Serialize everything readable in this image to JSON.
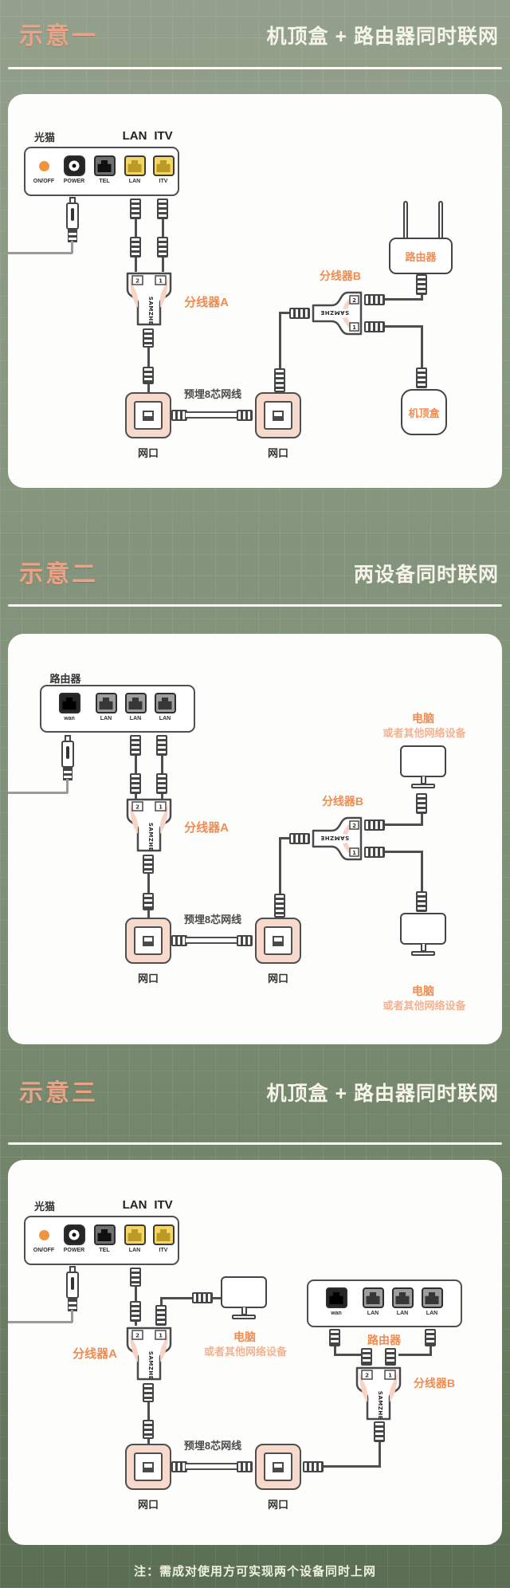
{
  "sections": [
    {
      "badge": "示意一",
      "title": "机顶盒 + 路由器同时联网"
    },
    {
      "badge": "示意二",
      "title": "两设备同时联网"
    },
    {
      "badge": "示意三",
      "title": "机顶盒 + 路由器同时联网"
    }
  ],
  "labels": {
    "modem": "光猫",
    "router": "路由器",
    "stb": "机顶盒",
    "computer": "电脑",
    "computer_alt": "或者其他网络设备",
    "splitter_a": "分线器A",
    "splitter_b": "分线器B",
    "wall_port": "网口",
    "inwall_cable": "预埋8芯网线",
    "lan": "LAN",
    "itv": "ITV",
    "wan": "wan",
    "onoff": "ON/OFF",
    "power": "POWER",
    "tel": "TEL",
    "brand": "SAMZHE",
    "port_1": "1",
    "port_2": "2"
  },
  "footer": {
    "note": "注：需成对使用方可实现两个设备同时上网"
  },
  "colors": {
    "accent_orange": "#ef8c52",
    "badge_salmon": "#eba285",
    "title_cream": "#f6f4e8",
    "bg_green": "#84947d",
    "panel_white": "#fdfdfb",
    "wing_pink": "#f6d3c4",
    "plate_pink": "#f7dacc",
    "port_yellow": "#f3d666"
  }
}
